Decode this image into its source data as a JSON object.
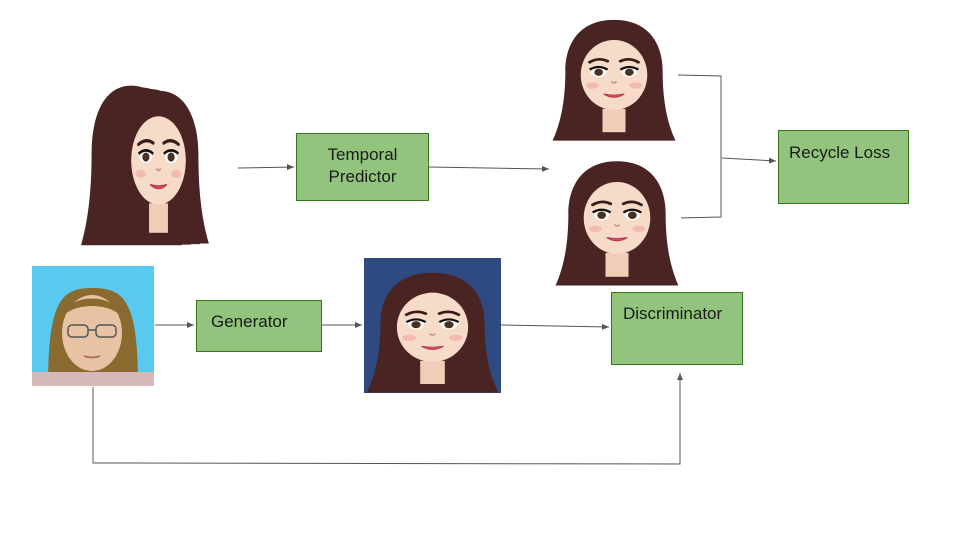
{
  "diagram": {
    "boxes": {
      "temporal_predictor": {
        "line1": "Temporal",
        "line2": "Predictor"
      },
      "recycle_loss": {
        "label": "Recycle Loss"
      },
      "generator": {
        "label": "Generator"
      },
      "discriminator": {
        "label": "Discriminator"
      }
    },
    "colors": {
      "box_fill": "#93c47d",
      "box_border": "#38761d",
      "arrow": "#555555",
      "hair": "#4a2323",
      "skin": "#f6dcc8",
      "photo_background": "#59c9ef",
      "cartoon_background": "#2f4a80"
    },
    "images": {
      "input_frames": "cartoon-avatar-frame-stack",
      "predicted_frame_top": "cartoon-avatar-smiling",
      "predicted_frame_bottom": "cartoon-avatar-grimacing",
      "real_photo": "real-face-photo",
      "generated_cartoon": "generated-cartoon-avatar"
    }
  }
}
